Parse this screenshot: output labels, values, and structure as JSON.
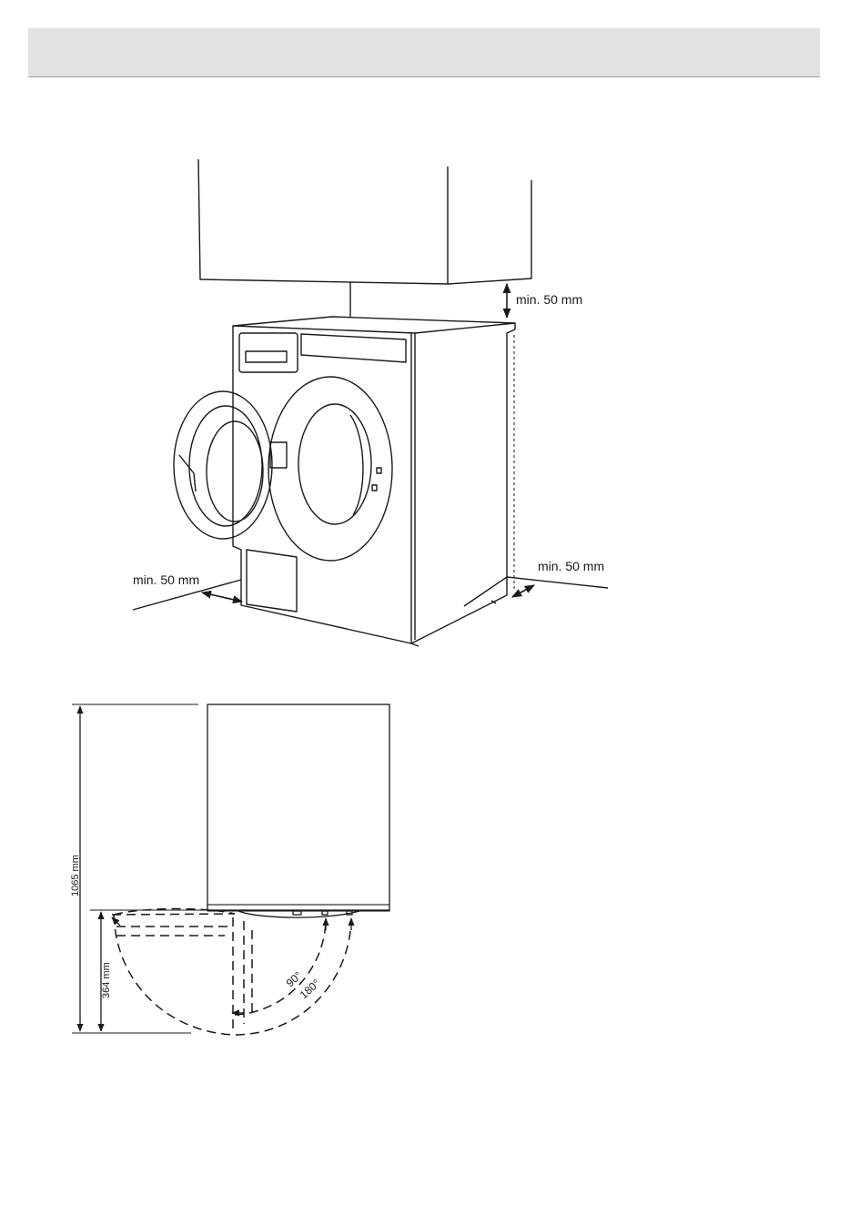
{
  "clearances": {
    "top": "min. 50 mm",
    "left": "min. 50 mm",
    "right": "min. 50 mm"
  },
  "plan": {
    "height_total": "1065 mm",
    "door_depth": "364 mm",
    "angle_small": "90°",
    "angle_large": "180°"
  },
  "colors": {
    "header_bar": "#e1e1e1",
    "line": "#1a1a1a"
  }
}
